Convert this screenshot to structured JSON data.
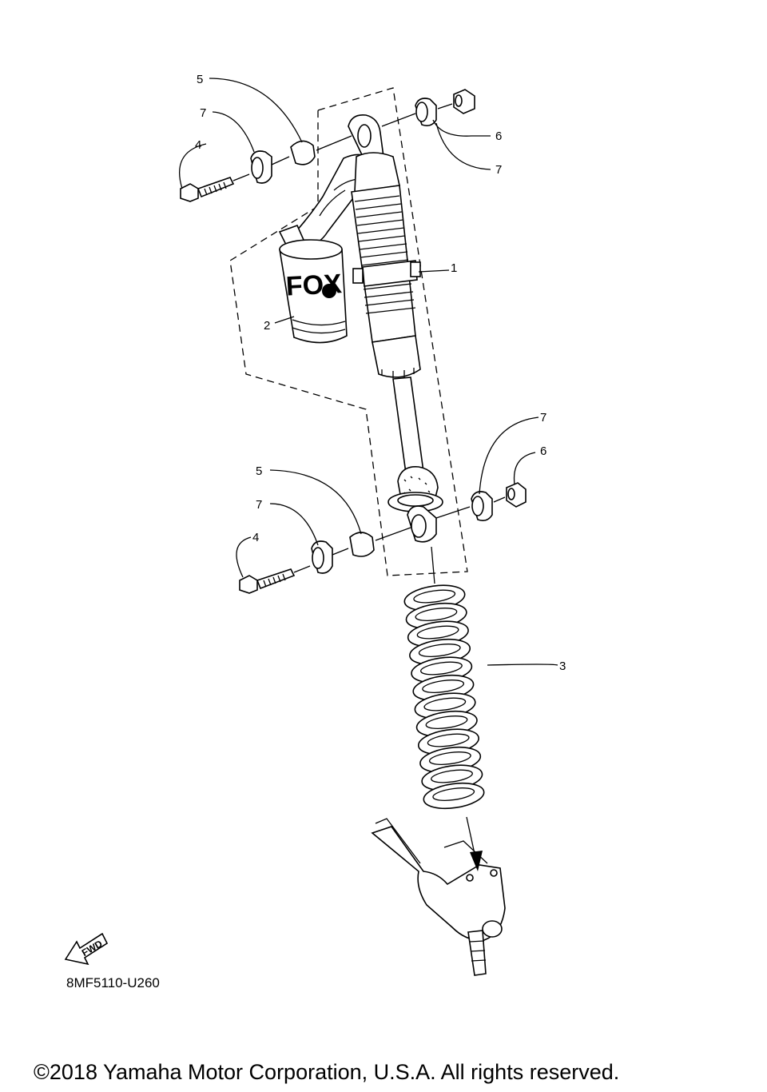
{
  "diagram": {
    "part_labels": {
      "p1": "1",
      "p2": "2",
      "p3": "3",
      "p4_top": "4",
      "p5_top": "5",
      "p6_top": "6",
      "p7_top_left": "7",
      "p7_top_right": "7",
      "p4_bottom": "4",
      "p5_bottom": "5",
      "p6_bottom": "6",
      "p7_bottom_left": "7",
      "p7_bottom_right": "7"
    },
    "reservoir_logo": "FOX",
    "fwd_label": "FWD",
    "diagram_code": "8MF5110-U260",
    "copyright": "©2018 Yamaha Motor Corporation, U.S.A. All rights reserved."
  }
}
